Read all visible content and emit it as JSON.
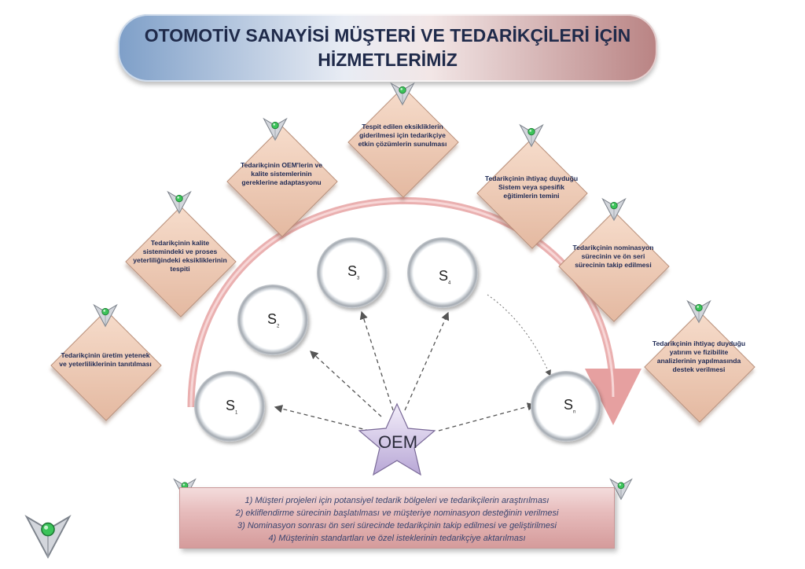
{
  "title": "OTOMOTİV SANAYİSİ MÜŞTERİ VE TEDARİKÇİLERİ İÇİN HİZMETLERİMİZ",
  "center_node": "OEM",
  "suppliers": [
    {
      "letter": "S",
      "sub": "1"
    },
    {
      "letter": "S",
      "sub": "2"
    },
    {
      "letter": "S",
      "sub": "3"
    },
    {
      "letter": "S",
      "sub": "4"
    },
    {
      "letter": "S",
      "sub": "n"
    }
  ],
  "steps": [
    "Tedarikçinin üretim yetenek ve yeterliliklerinin tanıtılması",
    "Tedarikçinin kalite sistemindeki ve proses yeterliliğindeki eksikliklerinin tespiti",
    "Tedarikçinin OEM'lerin ve kalite sistemlerinin gereklerine adaptasyonu",
    "Tespit edilen eksikliklerin giderilmesi için tedarikçiye etkin çözümlerin sunulması",
    "Tedarikçinin ihtiyaç duyduğu Sistem veya spesifik eğitimlerin temini",
    "Tedarikçinin nominasyon sürecinin ve ön seri sürecinin takip edilmesi",
    "Tedarikçinin ihtiyaç duyduğu yatırım ve fizibilite analizlerinin yapılmasında destek verilmesi"
  ],
  "services": [
    "1) Müşteri projeleri için potansiyel tedarik bölgeleri ve tedarikçilerin araştırılması",
    "2) ekliflendirme sürecinin başlatılması ve müşteriye nominasyon desteğinin verilmesi",
    "3) Nominasyon sonrası ön seri sürecinde tedarikçinin takip edilmesi ve geliştirilmesi",
    "4) Müşterinin standartları ve özel isteklerinin tedarikçiye aktarılması"
  ],
  "colors": {
    "diamond": "#e8c2ab",
    "arc": "#e7aaaa",
    "title_text": "#1f2a4a",
    "logo_green": "#3cc45a"
  }
}
